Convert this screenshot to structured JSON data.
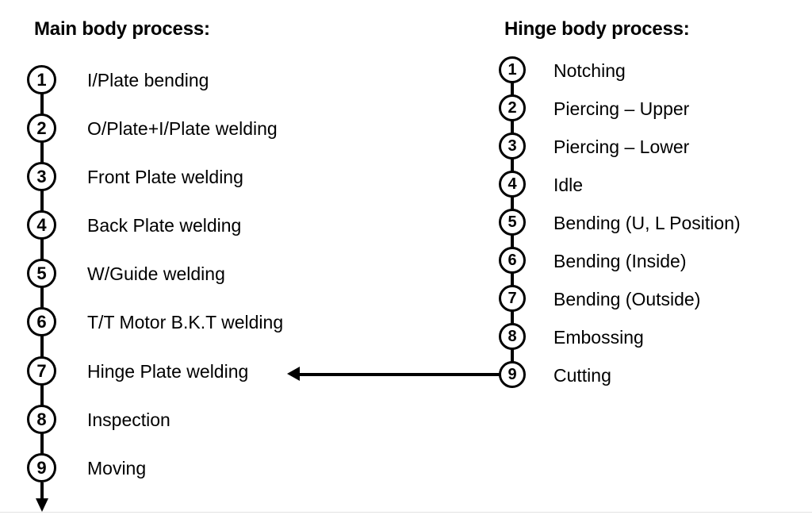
{
  "background_color": "#ffffff",
  "stroke_color": "#000000",
  "columns": {
    "main": {
      "heading": "Main body process:",
      "steps": [
        {
          "number": "1",
          "label": "I/Plate bending"
        },
        {
          "number": "2",
          "label": "O/Plate+I/Plate welding"
        },
        {
          "number": "3",
          "label": "Front Plate welding"
        },
        {
          "number": "4",
          "label": "Back Plate welding"
        },
        {
          "number": "5",
          "label": "W/Guide welding"
        },
        {
          "number": "6",
          "label": "T/T Motor B.K.T welding"
        },
        {
          "number": "7",
          "label": "Hinge Plate welding"
        },
        {
          "number": "8",
          "label": "Inspection"
        },
        {
          "number": "9",
          "label": "Moving"
        }
      ]
    },
    "hinge": {
      "heading": "Hinge body process:",
      "steps": [
        {
          "number": "1",
          "label": "Notching"
        },
        {
          "number": "2",
          "label": "Piercing – Upper"
        },
        {
          "number": "3",
          "label": "Piercing – Lower"
        },
        {
          "number": "4",
          "label": "Idle"
        },
        {
          "number": "5",
          "label": "Bending (U, L Position)"
        },
        {
          "number": "6",
          "label": "Bending (Inside)"
        },
        {
          "number": "7",
          "label": "Bending (Outside)"
        },
        {
          "number": "8",
          "label": "Embossing"
        },
        {
          "number": "9",
          "label": "Cutting"
        }
      ]
    }
  },
  "connectors": {
    "cross_link": {
      "name": "hinge-9-to-main-7-arrow",
      "from": "hinge.step.9",
      "to": "main.step.7",
      "direction": "leftward"
    },
    "terminal_arrow": {
      "name": "main-output-arrow",
      "from": "main.step.9",
      "direction": "downward"
    }
  }
}
